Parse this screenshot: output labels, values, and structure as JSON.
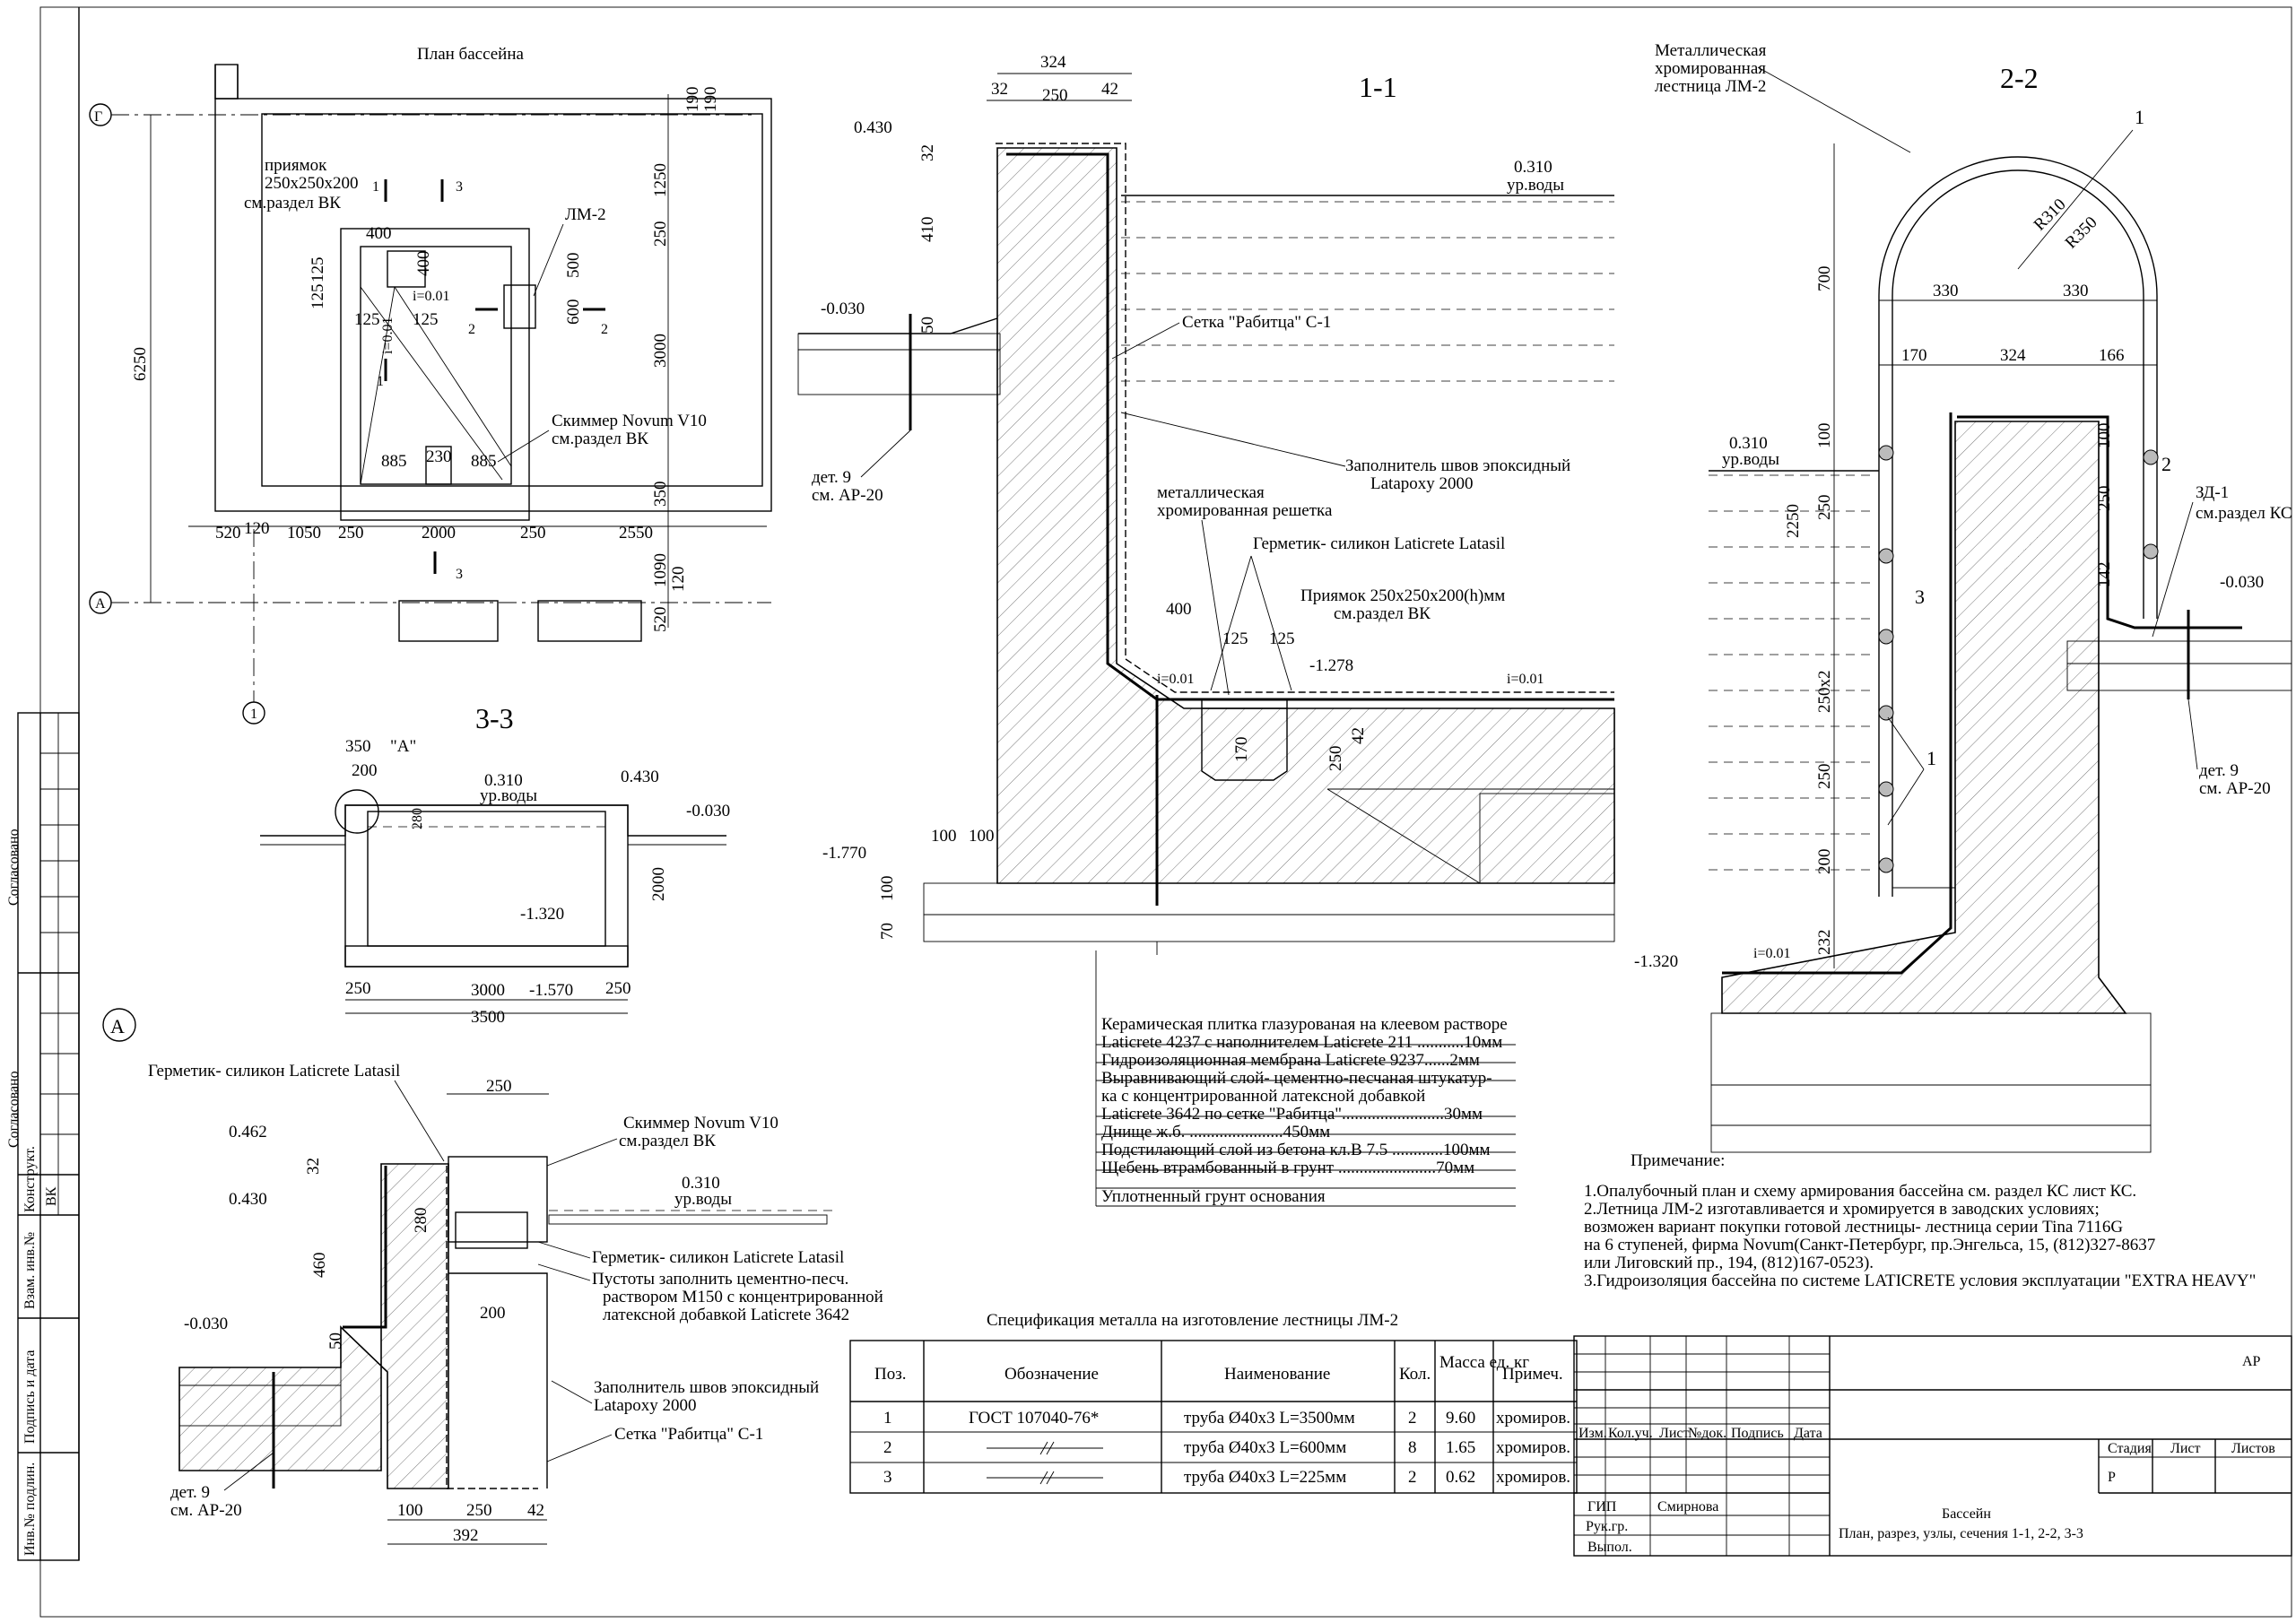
{
  "plan": {
    "title": "План бассейна",
    "axis_g": "Г",
    "axis_a": "А",
    "axis_1": "1",
    "priyamok": [
      "приямок",
      "250x250x200",
      "см.раздел ВК"
    ],
    "lm2": "ЛМ-2",
    "skimmer": [
      "Скиммер Novum V10",
      "см.раздел ВК"
    ],
    "slope": "i=0.01",
    "dims": {
      "d6250": "6250",
      "d190a": "190",
      "d190b": "190",
      "d1250": "1250",
      "d250r": "250",
      "d3000": "3000",
      "d350": "350",
      "d1090": "1090",
      "d120r": "120",
      "d520r": "520",
      "d520": "520",
      "d120": "120",
      "d1050": "1050",
      "d250a": "250",
      "d2000": "2000",
      "d250b": "250",
      "d2550": "2550",
      "d400": "400",
      "d125a": "125",
      "d125b": "125",
      "d125c": "125",
      "d125d": "125",
      "d400v": "400",
      "d500": "500",
      "d600": "600",
      "d885a": "885",
      "d230": "230",
      "d885b": "885"
    },
    "cut1": "1",
    "cut2": "2",
    "cut3": "3"
  },
  "section11": {
    "title": "1-1",
    "dims": {
      "d324": "324",
      "d32": "32",
      "d250": "250",
      "d42": "42",
      "d32v": "32",
      "d410": "410",
      "d50": "50",
      "d400": "400",
      "d125a": "125",
      "d125b": "125",
      "d170": "170",
      "d250v": "250",
      "d42v": "42",
      "d100a": "100",
      "d100b": "100",
      "d100v": "100",
      "d70": "70"
    },
    "lvl_0430": "0.430",
    "lvl_0310": "0.310",
    "water": "ур.воды",
    "lvl_m0030": "-0.030",
    "lvl_m1278": "-1.278",
    "lvl_m1770": "-1.770",
    "slope": "i=0.01",
    "setka": "Сетка \"Рабитца\" С-1",
    "det9": [
      "дет. 9",
      "см. АР-20"
    ],
    "zapolnitel": [
      "Заполнитель швов эпоксидный",
      "Latapoxy 2000"
    ],
    "reshetka": [
      "металлическая",
      "хромированная решетка"
    ],
    "germetik": "Герметик- силикон Laticrete Latasil",
    "priyamok": [
      "Приямок 250x250x200(h)мм",
      "см.раздел ВК"
    ]
  },
  "section22": {
    "title": "2-2",
    "ladder": [
      "Металлическая",
      "хромированная",
      "лестница ЛМ-2"
    ],
    "dims": {
      "d700": "700",
      "r310": "R310",
      "r350": "R350",
      "d330a": "330",
      "d330b": "330",
      "d170": "170",
      "d324": "324",
      "d166": "166",
      "d100a": "100",
      "d100b": "100",
      "d2250": "2250",
      "d250a": "250",
      "d250b": "250",
      "d142": "142",
      "d250x2": "250x2",
      "d250c": "250",
      "d200": "200",
      "d232": "232"
    },
    "pos1a": "1",
    "pos1b": "1",
    "pos2": "2",
    "pos3": "3",
    "lvl_0310": "0.310",
    "water": "ур.воды",
    "lvl_m0030": "-0.030",
    "lvl_m1320": "-1.320",
    "zd": [
      "ЗД-1",
      "см.раздел КС"
    ],
    "det9": [
      "дет. 9",
      "см. АР-20"
    ],
    "slope": "i=0.01"
  },
  "section33": {
    "title": "3-3",
    "dims": {
      "d350": "350",
      "d200": "200",
      "d280": "280",
      "d2000": "2000",
      "d250a": "250",
      "d3000": "3000",
      "d250b": "250",
      "d3500": "3500"
    },
    "callout": "\"А\"",
    "lvl_0310": "0.310",
    "water": "ур.воды",
    "lvl_0430": "0.430",
    "lvl_m0030": "-0.030",
    "lvl_m1320": "-1.320",
    "lvl_m1570": "-1.570"
  },
  "nodeA": {
    "mark": "А",
    "germ1": "Герметик- силикон Laticrete Latasil",
    "skimmer": [
      "Скиммер Novum V10",
      "см.раздел ВК"
    ],
    "germ2": "Герметик- силикон Laticrete Latasil",
    "pustoty": [
      "Пустоты заполнить цементно-песч.",
      "раствором М150 с концентрированной",
      "латексной добавкой Laticrete 3642"
    ],
    "zapolnitel": [
      "Заполнитель швов эпоксидный",
      "Latapoxy 2000"
    ],
    "setka": "Сетка \"Рабитца\" С-1",
    "det9": [
      "дет. 9",
      "см. АР-20"
    ],
    "lvl_0462": "0.462",
    "lvl_0430": "0.430",
    "lvl_0310": "0.310",
    "water": "ур.воды",
    "lvl_m0030": "-0.030",
    "dims": {
      "d250": "250",
      "d32": "32",
      "d280": "280",
      "d460": "460",
      "d50": "50",
      "d200": "200",
      "d100": "100",
      "d250b": "250",
      "d42": "42",
      "d392": "392"
    }
  },
  "layers": [
    "Керамическая плитка глазурованая на клеевом растворе",
    "Laticrete 4237 с наполнителем Laticrete 211 ...........10мм",
    "Гидроизоляционная мембрана  Laticrete 9237......2мм",
    "Выравнивающий слой- цементно-песчаная штукатур-",
    "ка с концентрированной латексной добавкой",
    "Laticrete 3642 по сетке \"Рабитца\"........................30мм",
    "Днище ж.б.   ......................450мм",
    "Подстилающий слой из бетона кл.В 7.5 ............100мм",
    "Щебень втрамбованный в грунт  .......................70мм",
    "Уплотненный грунт основания"
  ],
  "notes": {
    "title": "Примечание:",
    "lines": [
      "1.Опалубочный план и схему армирования бассейна см. раздел КС лист КС.",
      "2.Летница ЛМ-2 изготавливается и хромируется в заводских условиях;",
      "  возможен вариант покупки готовой лестницы- лестница серии Tina 7116G",
      "  на 6 ступеней, фирма Novum(Санкт-Петербург, пр.Энгельса, 15, (812)327-8637",
      "  или Лиговский пр., 194, (812)167-0523).",
      "3.Гидроизоляция бассейна по системе LATICRETE условия эксплуатации \"EXTRA HEAVY\""
    ]
  },
  "spec": {
    "title": "Спецификация металла на изготовление лестницы ЛМ-2",
    "headers": [
      "Поз.",
      "Обозначение",
      "Наименование",
      "Кол.",
      "Масса ед. кг",
      "Примеч."
    ],
    "rows": [
      [
        "1",
        "ГОСТ 107040-76*",
        "труба Ø40x3    L=3500мм",
        "2",
        "9.60",
        "хромиров."
      ],
      [
        "2",
        "",
        "труба Ø40x3    L=600мм",
        "8",
        "1.65",
        "хромиров."
      ],
      [
        "3",
        "",
        "труба Ø40x3    L=225мм",
        "2",
        "0.62",
        "хромиров."
      ]
    ]
  },
  "titleblock": {
    "code": "АР",
    "cols": [
      "Изм.",
      "Кол.уч.",
      "Лист",
      "№док.",
      "Подпись",
      "Дата"
    ],
    "stage_h": "Стадия",
    "sheet_h": "Лист",
    "sheets_h": "Листов",
    "stage": "Р",
    "gip": "ГИП",
    "gip_name": "Смирнова",
    "ruk": "Рук.гр.",
    "vypol": "Выпол.",
    "object": "Бассейн",
    "sheet_title": "План, разрез, узлы, сечения 1-1, 2-2, 3-3"
  },
  "sidebar": [
    "Согласовано",
    "Согласовано",
    "Конструкт.",
    "ВК",
    "Взам. инв.№",
    "Подпись и дата",
    "Инв.№ подлин."
  ]
}
